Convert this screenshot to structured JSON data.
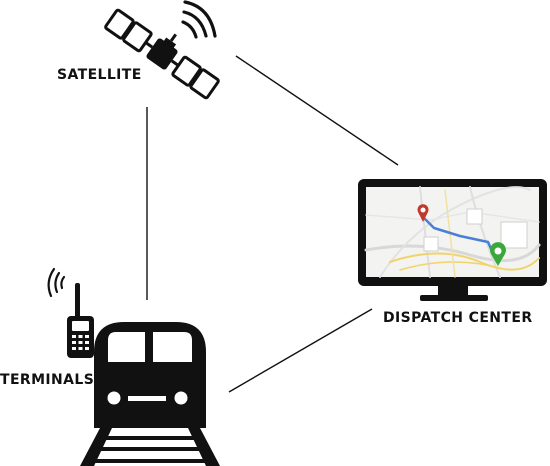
{
  "labels": {
    "satellite": "SATELLITE",
    "dispatch_center": "DISPATCH CENTER",
    "terminals": "TERMINALS"
  },
  "colors": {
    "ink": "#111111",
    "screen_bg": "#f3f3f1",
    "route": "#4a7fd6",
    "start_pin": "#c0392b",
    "end_pin": "#3aa83a",
    "map_roads_yellow": "#f2d36b",
    "map_roads_grey": "#d8d8d8"
  },
  "icons": {
    "satellite": "satellite-icon",
    "monitor": "monitor-icon",
    "train": "train-icon",
    "radio": "walkie-talkie-icon",
    "tracks": "railway-track-icon"
  }
}
